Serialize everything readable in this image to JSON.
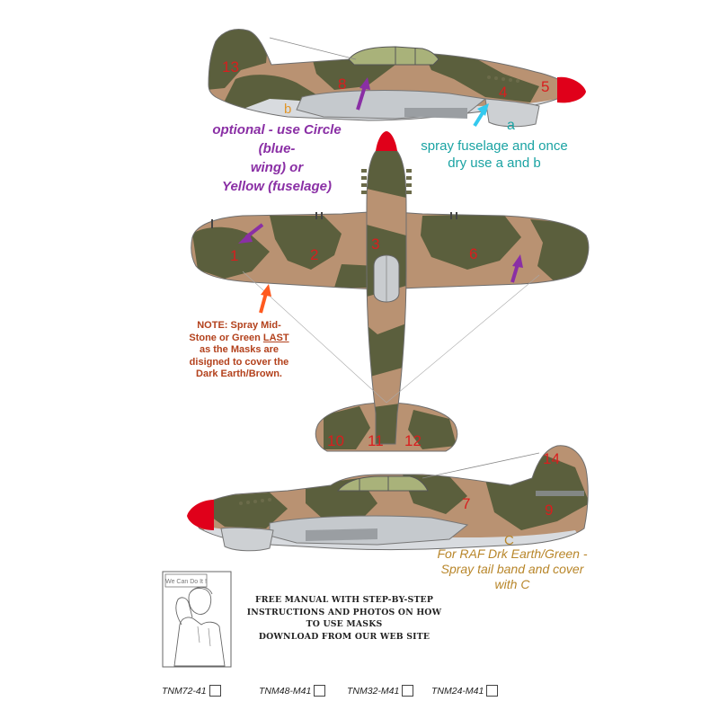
{
  "notes": {
    "optional_line1": "optional - use Circle (blue-",
    "optional_line2": "wing) or",
    "optional_line3": "Yellow (fuselage)",
    "spray_line1": "spray fuselage and once",
    "spray_line2": "dry use a and b",
    "note_line1": "NOTE: Spray Mid-",
    "note_line2a": "Stone  or Green ",
    "note_line2b": "LAST",
    "note_line3": "as the Masks are",
    "note_line4": "disigned to cover the",
    "note_line5": "Dark Earth/Brown.",
    "raf_line1": "For RAF Drk Earth/Green -",
    "raf_line2": "Spray tail band and cover",
    "raf_line3": "with C"
  },
  "mask_letters": {
    "a": "a",
    "b": "b",
    "c": "C"
  },
  "mask_numbers": [
    "1",
    "2",
    "3",
    "4",
    "5",
    "6",
    "7",
    "8",
    "9",
    "10",
    "11",
    "12",
    "13",
    "14"
  ],
  "manual": {
    "line1": "FREE MANUAL WITH STEP-BY-STEP",
    "line2": "INSTRUCTIONS AND PHOTOS ON HOW",
    "line3": "TO USE MASKS",
    "line4": "DOWNLOAD FROM OUR WEB SITE"
  },
  "poster_text": "We Can Do It !",
  "product_codes": [
    "TNM72-41",
    "TNM48-M41",
    "TNM32-M41",
    "TNM24-M41"
  ],
  "colors": {
    "dark_earth": "#b99272",
    "green": "#5b5f3d",
    "underside": "#d8dbdf",
    "spinner": "#e0001a",
    "number_red": "#d81e1e",
    "purple": "#8a2fa5",
    "teal": "#1aa3a3",
    "arrow_cyan": "#34c9ee",
    "arrow_orange": "#ff5a1f"
  }
}
